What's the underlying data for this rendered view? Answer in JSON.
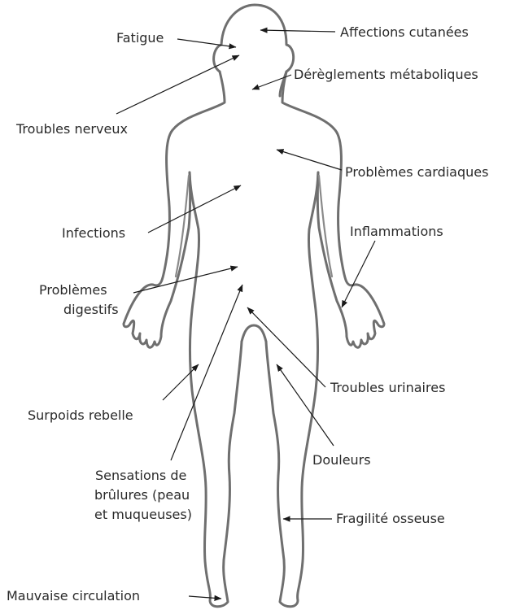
{
  "labels": {
    "affections_cutanees": "Affections cutanées",
    "fatigue": "Fatigue",
    "dereglements_metaboliques": "Dérèglements métaboliques",
    "troubles_nerveux": "Troubles nerveux",
    "problemes_cardiaques": "Problèmes cardiaques",
    "infections": "Infections",
    "inflammations": "Inflammations",
    "problemes_digestifs_1": "Problèmes",
    "problemes_digestifs_2": "digestifs",
    "troubles_urinaires": "Troubles urinaires",
    "surpoids_rebelle": "Surpoids rebelle",
    "douleurs": "Douleurs",
    "sensations_1": "Sensations de",
    "sensations_2": "brûlures (peau",
    "sensations_3": "et muqueuses)",
    "fragilite_osseuse": "Fragilité osseuse",
    "mauvaise_circulation": "Mauvaise circulation"
  },
  "colors": {
    "outline": "#6f6f6f",
    "arrow": "#1a1a1a",
    "text": "#2a2a2a"
  }
}
